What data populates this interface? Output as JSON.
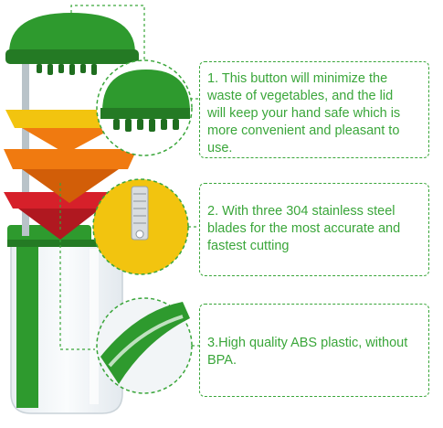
{
  "colors": {
    "accent_green": "#3aa63a",
    "lid_green": "#2e9a2e",
    "yellow": "#f2c40f",
    "orange": "#f07a10",
    "red": "#d6202a"
  },
  "callouts": [
    {
      "text": "1. This button will minimize the\nwaste of vegetables, and the lid\nwill keep your hand safe which is\nmore convenient and pleasant to\nuse."
    },
    {
      "text": "2. With three 304 stainless steel\nblades for the most accurate and\nfastest cutting"
    },
    {
      "text": "3.High quality ABS plastic, without\nBPA."
    }
  ]
}
